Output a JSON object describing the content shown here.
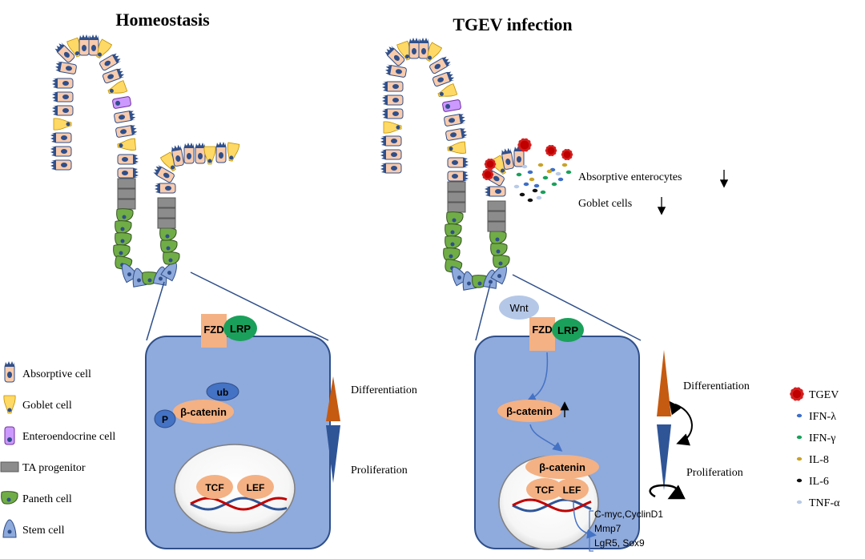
{
  "titles": {
    "left": "Homeostasis",
    "right": "TGEV infection"
  },
  "legend_cells": [
    {
      "icon": "absorptive",
      "label": "Absorptive cell"
    },
    {
      "icon": "goblet",
      "label": "Goblet cell"
    },
    {
      "icon": "enteroendocrine",
      "label": "Enteroendocrine cell"
    },
    {
      "icon": "ta",
      "label": "TA progenitor"
    },
    {
      "icon": "paneth",
      "label": "Paneth cell"
    },
    {
      "icon": "stem",
      "label": "Stem cell"
    }
  ],
  "legend_factors": [
    {
      "label": "TGEV",
      "color": "#d42020"
    },
    {
      "label": "IFN-λ",
      "color": "#3d6fc7"
    },
    {
      "label": "IFN-γ",
      "color": "#1aa05a"
    },
    {
      "label": "IL-8",
      "color": "#c9a227"
    },
    {
      "label": "IL-6",
      "color": "#111111"
    },
    {
      "label": "TNF-α",
      "color": "#b8cbe8"
    }
  ],
  "left_cell": {
    "fzd": "FZD",
    "lrp": "LRP",
    "ub": "ub",
    "p": "P",
    "beta_catenin": "β-catenin",
    "tcf": "TCF",
    "lef": "LEF"
  },
  "right_cell": {
    "wnt": "Wnt",
    "fzd": "FZD",
    "lrp": "LRP",
    "beta_catenin": "β-catenin",
    "nuclear_beta_catenin": "β-catenin",
    "tcf": "TCF",
    "lef": "LEF",
    "targets": [
      "C-myc,CyclinD1",
      "Mmp7",
      "LgR5, Sox9"
    ]
  },
  "arrows": {
    "differentiation": "Differentiation",
    "proliferation": "Proliferation"
  },
  "effects": {
    "absorptive": "Absorptive enterocytes",
    "goblet": "Goblet cells"
  },
  "colors": {
    "cell_body": "#8faadc",
    "cell_border": "#2f4f8a",
    "fzd": "#f4b183",
    "lrp": "#1aa05a",
    "ub": "#4472c4",
    "differentiation": "#c55a11",
    "proliferation": "#2f5597"
  }
}
